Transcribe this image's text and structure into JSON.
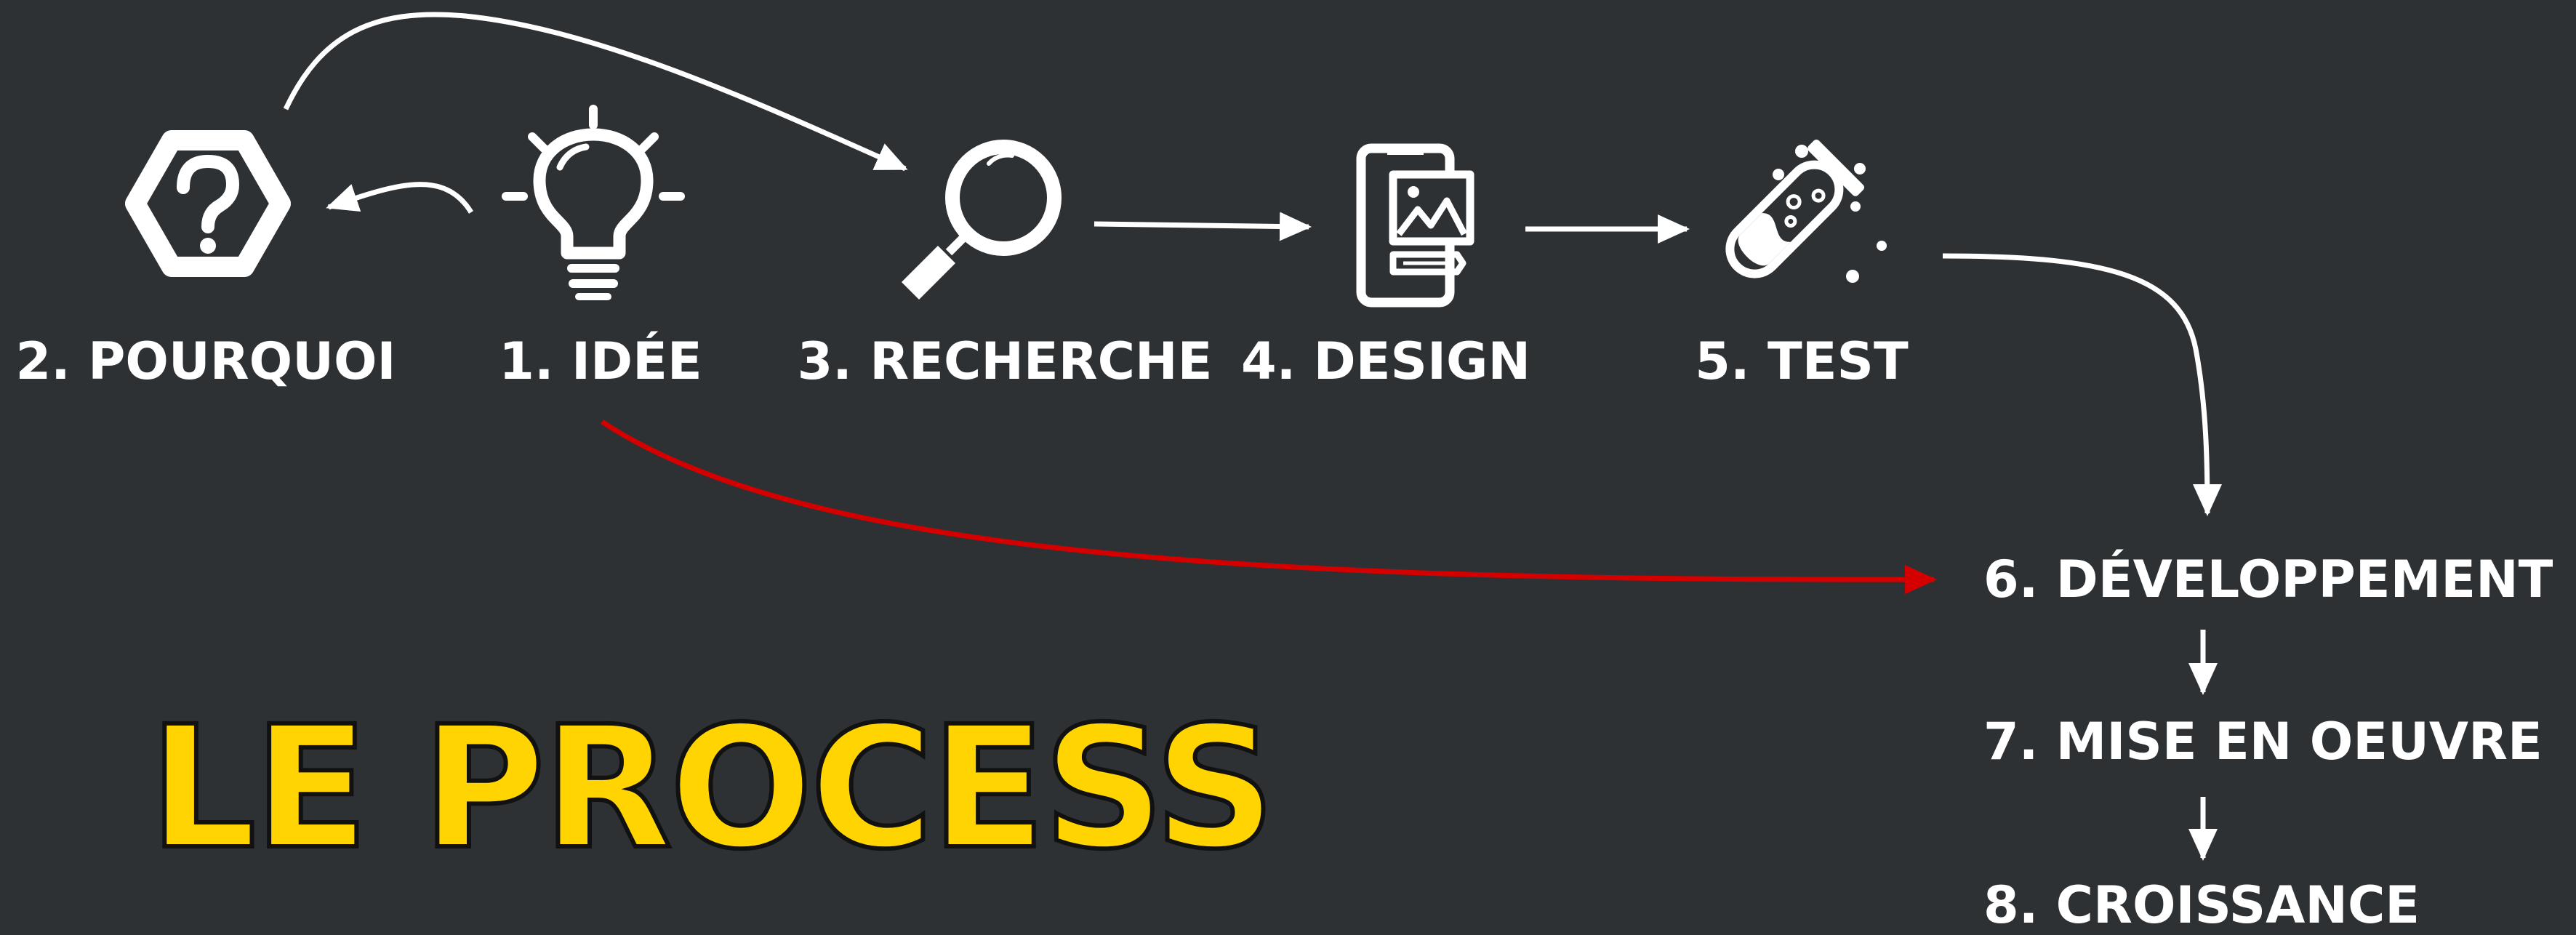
{
  "title": "LE PROCESS",
  "steps": [
    {
      "label": "1. IDÉE",
      "icon": "lightbulb-icon"
    },
    {
      "label": "2. POURQUOI",
      "icon": "question-hexagon-icon"
    },
    {
      "label": "3. RECHERCHE",
      "icon": "magnifier-icon"
    },
    {
      "label": "4. DESIGN",
      "icon": "mobile-design-icon"
    },
    {
      "label": "5. TEST",
      "icon": "test-tube-icon"
    },
    {
      "label": "6. DÉVELOPPEMENT"
    },
    {
      "label": "7. MISE EN OEUVRE"
    },
    {
      "label": "8. CROISSANCE"
    }
  ],
  "colors": {
    "background": "#2e3134",
    "foreground": "#ffffff",
    "title": "#ffd400",
    "highlight_arrow": "#d40000"
  }
}
